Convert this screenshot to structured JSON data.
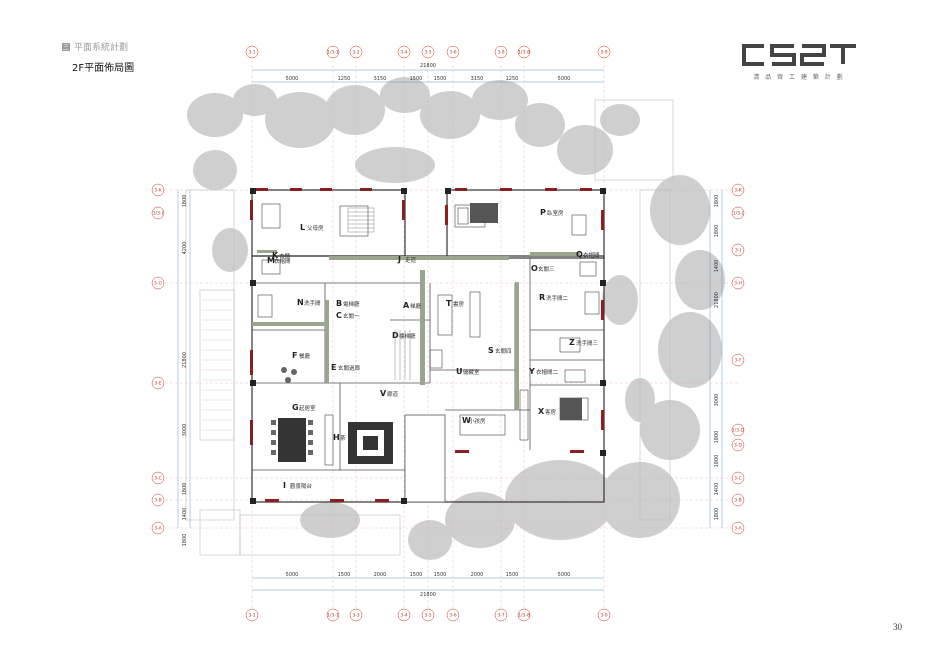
{
  "header": {
    "section": "平面系統計劃",
    "title": "2F平面佈局圖"
  },
  "logo": {
    "text": "CSZT",
    "tagline": "清 品 齊 工   建 築 計 劃"
  },
  "page_number": "30",
  "grid_top": [
    "3-1",
    "1/3-1",
    "3-2",
    "3-4",
    "3-5",
    "3-6",
    "3-8",
    "1/3-8",
    "3-9"
  ],
  "grid_bottom": [
    "3-1",
    "1/3-1",
    "3-3",
    "3-4",
    "3-5",
    "3-6",
    "3-7",
    "1/3-8",
    "3-9"
  ],
  "grid_left": [
    "3-K",
    "1/3-J",
    "3-G",
    "3-E",
    "3-C",
    "3-B",
    "3-A"
  ],
  "grid_right": [
    "3-K",
    "1/3-J",
    "3-J",
    "3-H",
    "3-F",
    "1/3-D",
    "3-D",
    "3-C",
    "3-B",
    "3-A"
  ],
  "dims_top": [
    "5000",
    "1250",
    "3150",
    "1500",
    "1500",
    "3150",
    "1250",
    "5000"
  ],
  "dims_top_total": "21800",
  "dims_bottom": [
    "5000",
    "1500",
    "2000",
    "1500",
    "1500",
    "2000",
    "1500",
    "5000"
  ],
  "dims_bottom_total": "21800",
  "dims_left": [
    "1800",
    "4200",
    "21800",
    "3000",
    "1800",
    "1400",
    "1800"
  ],
  "dims_right": [
    "1800",
    "1800",
    "1400",
    "21800",
    "3000",
    "1800",
    "1800",
    "1400",
    "1800"
  ],
  "rooms": [
    {
      "letter": "L",
      "name": "父母房"
    },
    {
      "letter": "K",
      "name": "衣櫃"
    },
    {
      "letter": "M",
      "name": "衣帽間"
    },
    {
      "letter": "J",
      "name": "走道"
    },
    {
      "letter": "N",
      "name": "洗手間"
    },
    {
      "letter": "B",
      "name": "電梯廳"
    },
    {
      "letter": "A",
      "name": "梯廳"
    },
    {
      "letter": "C",
      "name": "玄關一"
    },
    {
      "letter": "D",
      "name": "樓梯廳"
    },
    {
      "letter": "T",
      "name": "書房"
    },
    {
      "letter": "P",
      "name": "臥室房"
    },
    {
      "letter": "Q",
      "name": "衣帽間"
    },
    {
      "letter": "O",
      "name": "玄關三"
    },
    {
      "letter": "R",
      "name": "洗手間二"
    },
    {
      "letter": "Z",
      "name": "洗手間三"
    },
    {
      "letter": "S",
      "name": "玄關四"
    },
    {
      "letter": "F",
      "name": "餐廳"
    },
    {
      "letter": "E",
      "name": "玄關過廊"
    },
    {
      "letter": "U",
      "name": "儲藏室"
    },
    {
      "letter": "Y",
      "name": "衣帽間二"
    },
    {
      "letter": "V",
      "name": "廊道"
    },
    {
      "letter": "G",
      "name": "起居室"
    },
    {
      "letter": "H",
      "name": "茶"
    },
    {
      "letter": "W",
      "name": "小孩房"
    },
    {
      "letter": "X",
      "name": "客房"
    },
    {
      "letter": "I",
      "name": "觀景陽台"
    }
  ]
}
